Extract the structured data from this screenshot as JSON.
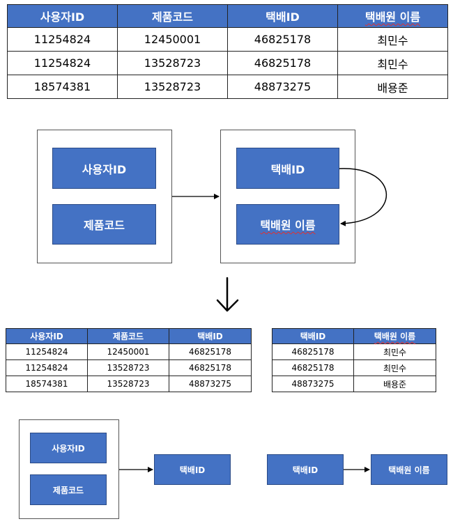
{
  "table_main": {
    "headers": [
      "사용자ID",
      "제품코드",
      "택배ID",
      "택배원 이름"
    ],
    "rows": [
      [
        "11254824",
        "12450001",
        "46825178",
        "최민수"
      ],
      [
        "11254824",
        "13528723",
        "46825178",
        "최민수"
      ],
      [
        "18574381",
        "13528723",
        "48873275",
        "배용준"
      ]
    ]
  },
  "diagram_top": {
    "left_boxes": [
      "사용자ID",
      "제품코드"
    ],
    "right_boxes": [
      "택배ID",
      "택배원 이름"
    ]
  },
  "table_left": {
    "headers": [
      "사용자ID",
      "제품코드",
      "택배ID"
    ],
    "rows": [
      [
        "11254824",
        "12450001",
        "46825178"
      ],
      [
        "11254824",
        "13528723",
        "46825178"
      ],
      [
        "18574381",
        "13528723",
        "48873275"
      ]
    ]
  },
  "table_right": {
    "headers": [
      "택배ID",
      "택배원 이름"
    ],
    "rows": [
      [
        "46825178",
        "최민수"
      ],
      [
        "46825178",
        "최민수"
      ],
      [
        "48873275",
        "배용준"
      ]
    ]
  },
  "diagram_bottom": {
    "group_boxes": [
      "사용자ID",
      "제품코드"
    ],
    "target_box": "택배ID",
    "source_box": "택배ID",
    "dest_box": "택배원 이름"
  },
  "colors": {
    "box_fill": "#4472c4",
    "header_fill": "#4472c4",
    "spellcheck_underline": "#e03030"
  }
}
